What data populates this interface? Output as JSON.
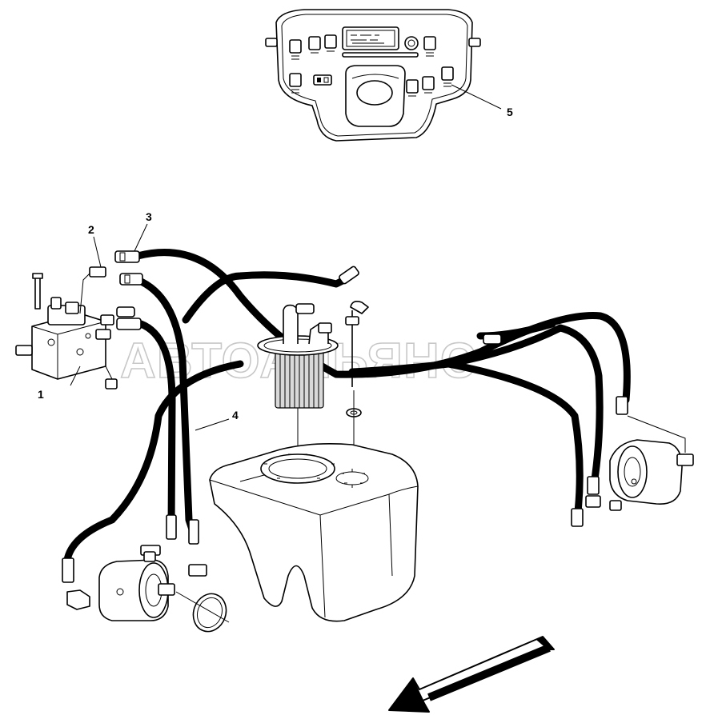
{
  "watermark": "АВТОАЛЬЯНС",
  "callouts": {
    "c1": "1",
    "c2": "2",
    "c3": "3",
    "c4": "4",
    "c5": "5"
  },
  "colors": {
    "line": "#000000",
    "background": "#ffffff",
    "watermark": "#c8c8c8"
  }
}
